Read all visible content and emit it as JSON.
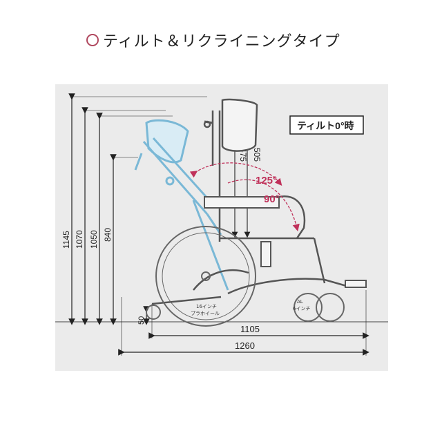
{
  "title": {
    "text": "ティルト＆リクライニングタイプ"
  },
  "badge": {
    "text": "ティルト0°時"
  },
  "dimensions": {
    "h1145": "1145",
    "h1070": "1070",
    "h1050": "1050",
    "h840": "840",
    "h50": "50",
    "w1105": "1105",
    "w1260": "1260",
    "v505": "505",
    "v475": "475"
  },
  "angles": {
    "a125": "125°",
    "a90": "90°"
  },
  "labels": {
    "rear_wheel_size": "16インチ",
    "rear_wheel_type": "プラホイール",
    "caster_material": "AL",
    "caster_size": "6インチ"
  },
  "colors": {
    "title_circle": "#b0475e",
    "angle_arrow": "#c0315a",
    "tilted_frame": "#7ab8d6",
    "panel_bg": "#ebebeb"
  }
}
